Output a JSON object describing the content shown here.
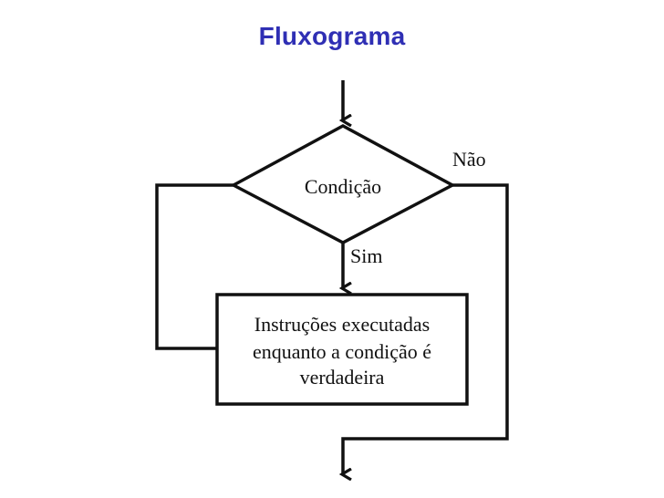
{
  "title": "Fluxograma",
  "flowchart": {
    "condition_label": "Condição",
    "no_label": "Não",
    "yes_label": "Sim",
    "process_lines": [
      "Instruções executadas",
      "enquanto a condição é",
      "verdadeira"
    ]
  },
  "colors": {
    "title": "#2f2fb4",
    "lines": "#111111"
  }
}
